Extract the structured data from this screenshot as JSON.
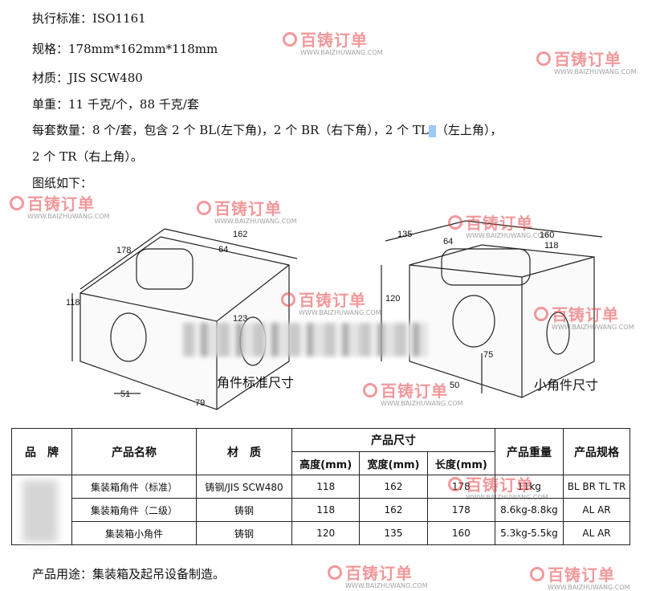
{
  "specs": {
    "standard": "执行标准：ISO1161",
    "size": "规格：178mm*162mm*118mm",
    "material": "材质：JIS SCW480",
    "unit_weight": "单重：11 千克/个，88 千克/套",
    "qty_a": "每套数量：8 个/套，包含 2 个 BL(左下角)，2 个 BR（右下角），2 个 TL",
    "qty_b": "（左上角），",
    "qty_line2": "2 个 TR（右上角）。",
    "drawing_label": "图纸如下："
  },
  "watermark": {
    "brand": "百铸订单",
    "url": "WWW.BAIZHUWANG.COM"
  },
  "drawing": {
    "left": {
      "caption": "角件标准尺寸",
      "dims": [
        "178",
        "162",
        "64",
        "118",
        "123",
        "51",
        "79"
      ]
    },
    "right": {
      "caption": "小角件尺寸",
      "dims": [
        "135",
        "64",
        "160",
        "118",
        "120",
        "75",
        "50"
      ]
    }
  },
  "table": {
    "headers": {
      "brand": "品　牌",
      "name": "产品名称",
      "material": "材　质",
      "size": "产品尺寸",
      "weight": "产品重量",
      "spec": "产品规格"
    },
    "subheaders": [
      "高度(mm)",
      "宽度(mm)",
      "长度(mm)"
    ],
    "rows": [
      {
        "name": "集装箱角件（标准）",
        "material": "铸钢/JIS SCW480",
        "h": "118",
        "w": "162",
        "l": "178",
        "weight": "11kg",
        "spec": "BL BR TL TR"
      },
      {
        "name": "集装箱角件（二级）",
        "material": "铸钢",
        "h": "118",
        "w": "162",
        "l": "178",
        "weight": "8.6kg-8.8kg",
        "spec": "AL AR"
      },
      {
        "name": "集装箱小角件",
        "material": "铸钢",
        "h": "120",
        "w": "135",
        "l": "160",
        "weight": "5.3kg-5.5kg",
        "spec": "AL AR"
      }
    ]
  },
  "usage": "产品用途：集装箱及起吊设备制造。"
}
